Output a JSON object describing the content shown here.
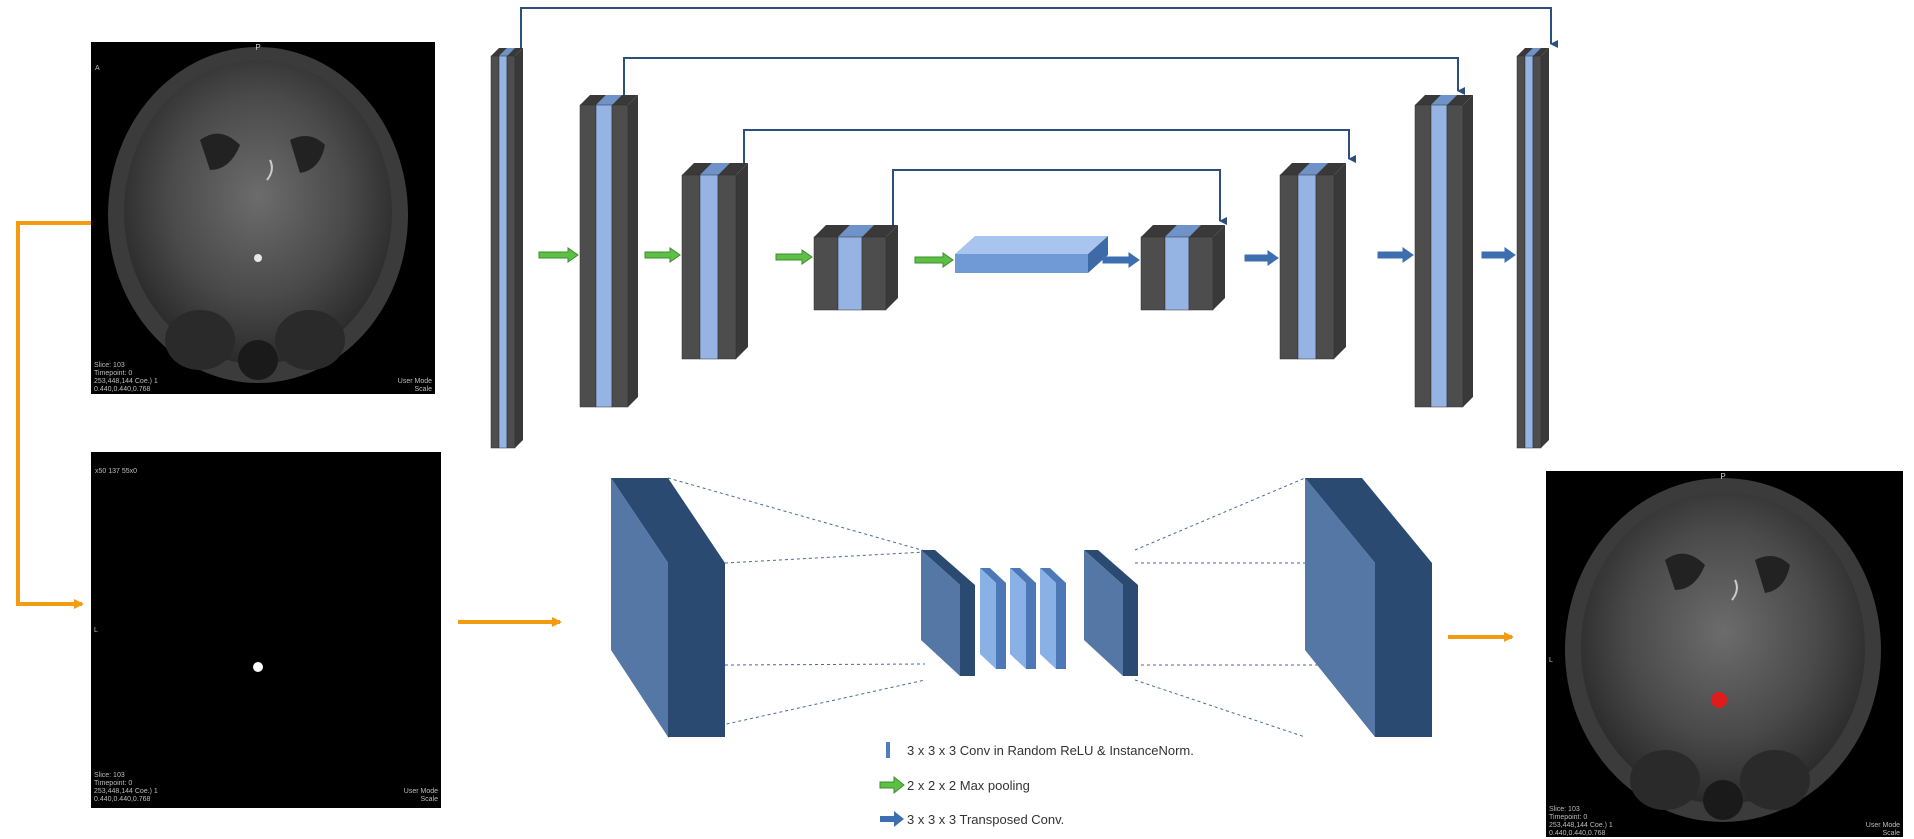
{
  "colors": {
    "conv_layer_light": "#95b4e3",
    "conv_layer_dark": "#4d4d4d",
    "max_pool_arrow": "#5dbf45",
    "transposed_arrow": "#3d6fb0",
    "skip_connection": "#2c4f7c",
    "flow_arrow": "#f39c12",
    "autoencoder_block": "#4a6a94",
    "autoencoder_block_light": "#6f9ad6",
    "mask_dot": "#ffffff",
    "highlight_dot": "#e01b1b"
  },
  "legend": {
    "conv": "3 x 3 x 3 Conv in Random ReLU & InstanceNorm.",
    "max_pool": "2 x 2 x 2 Max pooling",
    "transposed": "3 x 3 x 3 Transposed Conv."
  },
  "input_mri": {
    "label_top": "P",
    "label_left": "A",
    "bottom_left": [
      "Slice: 103",
      "Timepoint: 0",
      "253,448,144 Coe.) 1",
      "0.440,0.440,0.768"
    ],
    "bottom_right": [
      "User Mode",
      "Scale"
    ]
  },
  "mask_image": {
    "top_left": "x50 137 55x0",
    "label_left": "L",
    "bottom_left": [
      "Slice: 103",
      "Timepoint: 0",
      "253,448,144 Coe.) 1",
      "0.440,0.440,0.768"
    ],
    "bottom_right": [
      "User Mode",
      "Scale"
    ]
  },
  "output_mri": {
    "label_top": "P",
    "label_left": "L",
    "bottom_left": [
      "Slice: 103",
      "Timepoint: 0",
      "253,448,144 Coe.) 1",
      "0.440,0.440,0.768"
    ],
    "bottom_right": [
      "User Mode",
      "Scale"
    ]
  }
}
